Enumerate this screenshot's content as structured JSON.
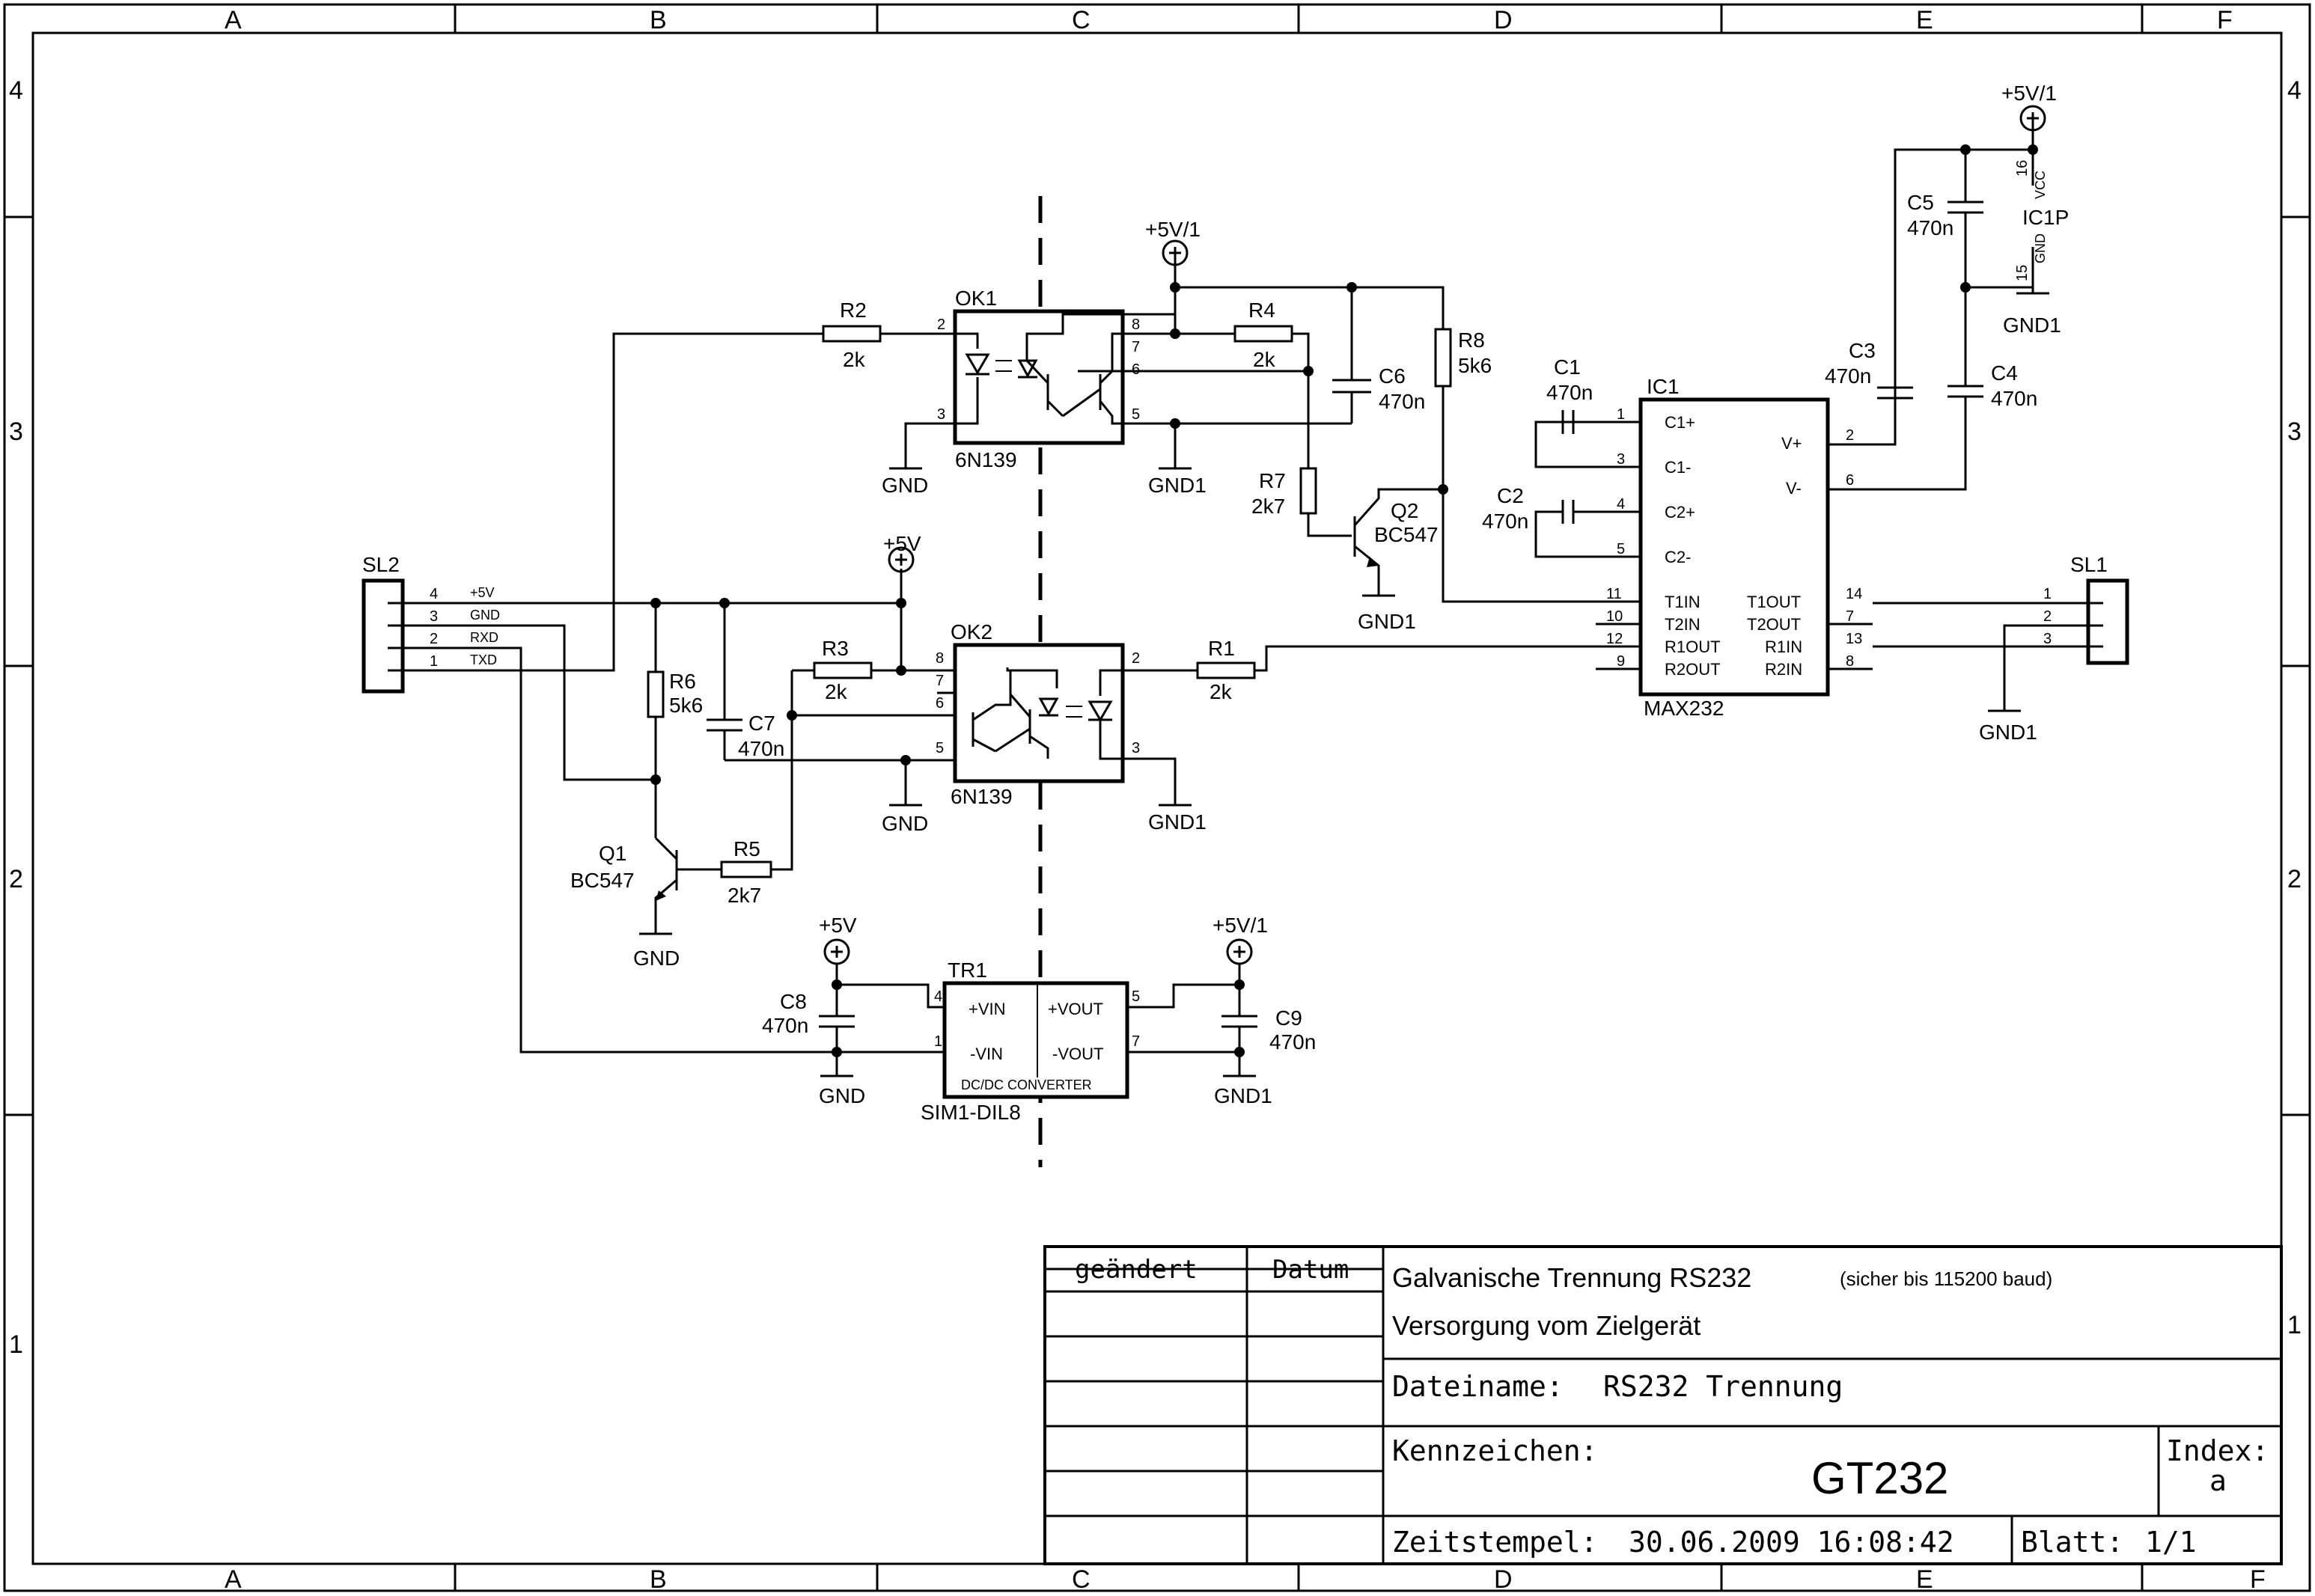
{
  "frame": {
    "columns": [
      "A",
      "B",
      "C",
      "D",
      "E",
      "F"
    ],
    "rows": [
      "4",
      "3",
      "2",
      "1"
    ]
  },
  "title_block": {
    "changed_header": "geändert",
    "date_header": "Datum",
    "title": "Galvanische Trennung RS232",
    "title_note": "(sicher bis 115200 baud)",
    "subtitle": "Versorgung vom Zielgerät",
    "filename_label": "Dateiname:",
    "filename_value": "RS232 Trennung",
    "code_label": "Kennzeichen:",
    "code_value": "GT232",
    "index_label": "Index:",
    "index_value": "a",
    "timestamp_label": "Zeitstempel:",
    "timestamp_value": "30.06.2009 16:08:42",
    "sheet_label": "Blatt:",
    "sheet_value": "1/1"
  },
  "parts": {
    "sl2": {
      "name": "SL2",
      "pins": [
        "4",
        "3",
        "2",
        "1"
      ],
      "signals": [
        "+5V",
        "GND",
        "RXD",
        "TXD"
      ]
    },
    "sl1": {
      "name": "SL1",
      "pins": [
        "1",
        "2",
        "3"
      ]
    },
    "ok1": {
      "name": "OK1",
      "value": "6N139",
      "pins": [
        "2",
        "3",
        "8",
        "7",
        "6",
        "5"
      ]
    },
    "ok2": {
      "name": "OK2",
      "value": "6N139",
      "pins": [
        "8",
        "7",
        "6",
        "5",
        "2",
        "3"
      ]
    },
    "ic1": {
      "name": "IC1",
      "value": "MAX232",
      "left_pins": [
        {
          "num": "1",
          "name": "C1+"
        },
        {
          "num": "3",
          "name": "C1-"
        },
        {
          "num": "4",
          "name": "C2+"
        },
        {
          "num": "5",
          "name": "C2-"
        },
        {
          "num": "11",
          "name": "T1IN"
        },
        {
          "num": "10",
          "name": "T2IN"
        },
        {
          "num": "12",
          "name": "R1OUT"
        },
        {
          "num": "9",
          "name": "R2OUT"
        }
      ],
      "right_pins": [
        {
          "num": "2",
          "name": "V+"
        },
        {
          "num": "6",
          "name": "V-"
        },
        {
          "num": "14",
          "name": "T1OUT"
        },
        {
          "num": "7",
          "name": "T2OUT"
        },
        {
          "num": "13",
          "name": "R1IN"
        },
        {
          "num": "8",
          "name": "R2IN"
        }
      ]
    },
    "ic1p": {
      "name": "IC1P",
      "pin_vcc": "16",
      "pin_gnd": "15",
      "vcc": "VCC",
      "gnd": "GND"
    },
    "tr1": {
      "name": "TR1",
      "value": "SIM1-DIL8",
      "inner": "DC/DC CONVERTER",
      "vin_p": "+VIN",
      "vin_n": "-VIN",
      "vout_p": "+VOUT",
      "vout_n": "-VOUT",
      "pins": [
        "4",
        "1",
        "5",
        "7"
      ]
    },
    "r1": {
      "name": "R1",
      "value": "2k"
    },
    "r2": {
      "name": "R2",
      "value": "2k"
    },
    "r3": {
      "name": "R3",
      "value": "2k"
    },
    "r4": {
      "name": "R4",
      "value": "2k"
    },
    "r5": {
      "name": "R5",
      "value": "2k7"
    },
    "r6": {
      "name": "R6",
      "value": "5k6"
    },
    "r7": {
      "name": "R7",
      "value": "2k7"
    },
    "r8": {
      "name": "R8",
      "value": "5k6"
    },
    "c1": {
      "name": "C1",
      "value": "470n"
    },
    "c2": {
      "name": "C2",
      "value": "470n"
    },
    "c3": {
      "name": "C3",
      "value": "470n"
    },
    "c4": {
      "name": "C4",
      "value": "470n"
    },
    "c5": {
      "name": "C5",
      "value": "470n"
    },
    "c6": {
      "name": "C6",
      "value": "470n"
    },
    "c7": {
      "name": "C7",
      "value": "470n"
    },
    "c8": {
      "name": "C8",
      "value": "470n"
    },
    "c9": {
      "name": "C9",
      "value": "470n"
    },
    "q1": {
      "name": "Q1",
      "value": "BC547"
    },
    "q2": {
      "name": "Q2",
      "value": "BC547"
    }
  },
  "power": {
    "p5v": "+5V",
    "p5v1": "+5V/1",
    "gnd": "GND",
    "gnd1": "GND1"
  }
}
